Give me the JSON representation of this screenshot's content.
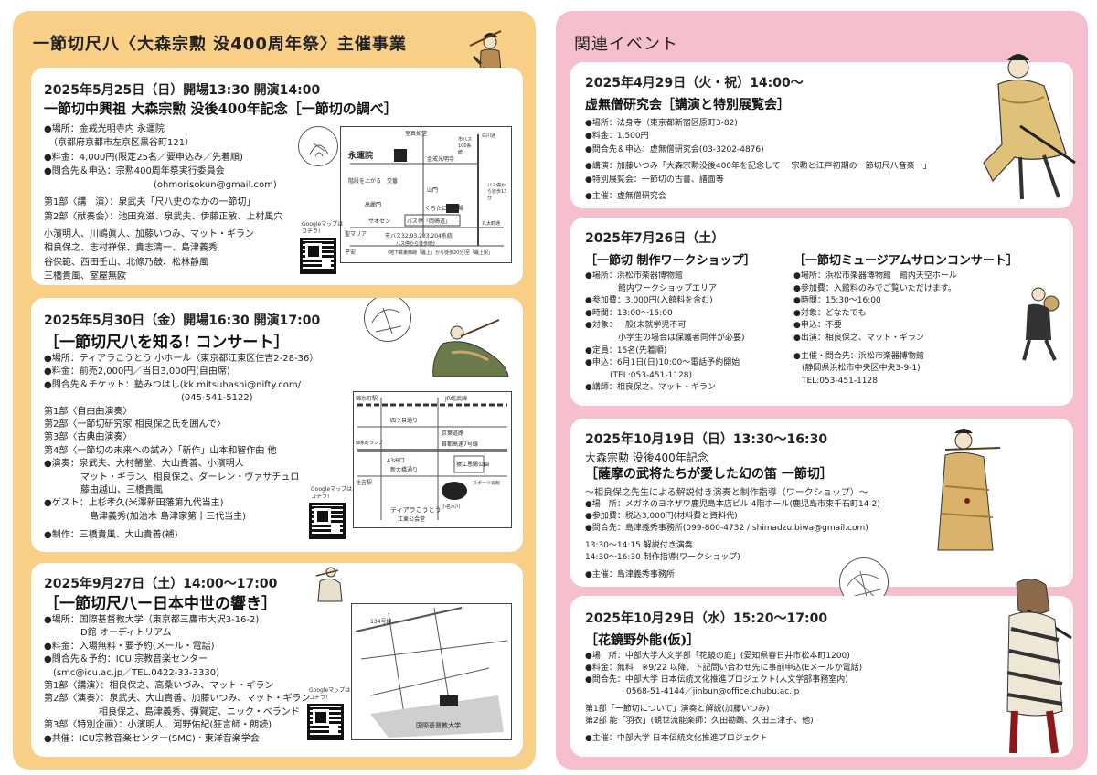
{
  "left": {
    "title": "一節切尺八〈大森宗勲 没400周年祭〉主催事業",
    "events": [
      {
        "date": "2025年5月25日（日）開場13:30 開演14:00",
        "title": "一節切中興祖 大森宗勲 没後400年記念［一節切の調べ］",
        "lines": [
          "●場所：金戒光明寺内 永運院",
          "　（京都府京都市左京区黒谷町121）",
          "●料金：4,000円(限定25名／要申込み／先着順)",
          "●問合先＆申込：宗勲400周年祭実行委員会",
          "　　　　　　　　　　　　(ohmorisokun@gmail.com)",
          "第1部〈講　演〉：泉武夫「尺八史のなかの一節切」",
          "第2部〈献奏会〉：池田充滋、泉武夫、伊藤正敏、上村風穴",
          "小濱明人、川嶋眞人、加藤いつみ、マット・ギラン",
          "相良保之、志村禅保、貴志清一、島津義秀",
          "谷保範、西田壬山、北條乃鼓、松林静風",
          "三橋貴風、室屋無欧"
        ],
        "map_labels": [
          "至真如堂",
          "永運院",
          "金戒光明寺",
          "階段を上がる",
          "交番",
          "山門",
          "高麗門",
          "くろたに駐車場",
          "サオセン",
          "バス停「岡崎道」",
          "聖マリア",
          "平安",
          "市バス32,93,203,204系統",
          "バス停から徒歩8分",
          "（地下鉄東西線「蹴上」から徒歩20分）",
          "至「蹴上駅」",
          "丸太町通",
          "白川通",
          "市バス100系統",
          "バス停から徒歩13分"
        ]
      },
      {
        "date": "2025年5月30日（金）開場16:30 開演17:00",
        "title": "［一節切尺八を知る! コンサート］",
        "lines": [
          "●場所：ティアラこうとう 小ホール（東京都江東区住吉2-28-36）",
          "●料金：前売2,000円／当日3,000円(自由席)",
          "●問合先＆チケット：塾みつはし(kk.mitsuhashi@nifty.com/",
          "　　　　　　　　　　　　　　　(045-541-5122)",
          "第1部〈自由曲演奏〉",
          "第2部〈一節切研究家 相良保之氏を囲んで〉",
          "第3部〈古典曲演奏〉",
          "第4部〈一節切の未来への試み〉「新作」山本和智作曲 他",
          "●演奏：泉武夫、大村罃堂、大山貴善、小濱明人",
          "　　　　マット・ギラン、相良保之、ダーレン・ヴァサチュロ",
          "　　　　藤由越山、三橋貴風",
          "●ゲスト：上杉孝久(米澤新田藩第九代当主)",
          "　　　　　島津義秀(加治木 島津家第十三代当主)",
          "●制作：三橋貴風、大山貴善(補)"
        ],
        "map_labels": [
          "錦糸町駅",
          "JR総武線",
          "四ツ目通り",
          "京葉道路",
          "首都高速7号線",
          "錦糸町ランプ",
          "新大橋通り",
          "A3出口",
          "猿江恩賜公園",
          "住吉駅",
          "ティアラこうとう",
          "江東公会堂",
          "小名木川",
          "スポーツ会館"
        ]
      },
      {
        "date": "2025年9月27日（土）14:00〜17:00",
        "title": "［一節切尺八ー日本中世の響き］",
        "lines": [
          "●場所：国際基督教大学（東京都三鷹市大沢3-16-2)",
          "　　　　D館 オーディトリアム",
          "●料金：入場無料・要予約(メール・電話)",
          "●問合先＆予約：ICU 宗教音楽センター",
          "　(smc@icu.ac.jp／TEL.0422-33-3330)",
          "第1部〈講演〉：相良保之、高桑いづみ、マット・ギラン",
          "第2部〈演奏〉：泉武夫、大山貴善、加藤いつみ、マット・ギラン",
          "　　　　　　相良保之、島津義秀、彈賀定、ニック・ベランド",
          "第3部〈特別企画〉：小濱明人、河野佑紀(狂言師・朗読)",
          "●共催：ICU宗教音楽センター(SMC)・東洋音楽学会"
        ],
        "map_labels": [
          "134号線",
          "国際基督教大学"
        ]
      }
    ],
    "qr_caption": [
      "Googleマップは",
      "コチラ!"
    ]
  },
  "right": {
    "title": "関連イベント",
    "events": [
      {
        "date": "2025年4月29日（火・祝）14:00〜",
        "title": "虚無僧研究会［講演と特別展覧会］",
        "lines": [
          "●場所：法身寺（東京都新宿区原町3-82)",
          "●料金：1,500円",
          "●問合先＆申込：虚無僧研究会(03-3202-4876)",
          "●講演：加藤いつみ「大森宗勲没後400年を記念して ー宗勲と江戸初期の一節切尺八音楽ー」",
          "●特別展覧会：一節切の古書、譜面等",
          "●主催：虚無僧研究会"
        ]
      },
      {
        "date": "2025年7月26日（土）",
        "workshop_title": "［一節切 制作ワークショップ］",
        "workshop_lines": [
          "●場所：浜松市楽器博物館",
          "　　　　館内ワークショップエリア",
          "●参加費：3,000円(入館料を含む)",
          "●時間：13:00〜15:00",
          "●対象：一般(未就学児不可",
          "　　　　小学生の場合は保護者同伴が必要)",
          "●定員：15名(先着順)",
          "●申込：6月1日(日)10:00〜電話予約開始",
          "　　　(TEL:053-451-1128)",
          "●講師：相良保之、マット・ギラン"
        ],
        "concert_title": "［一節切ミュージアムサロンコンサート］",
        "concert_lines": [
          "●場所：浜松市楽器博物館　館内天空ホール",
          "●参加費：入館料のみでご覧いただけます。",
          "●時間：15:30〜16:00",
          "●対象：どなたでも",
          "●申込：不要",
          "●出演：相良保之、マット・ギラン",
          "",
          "●主催・問合先：浜松市楽器博物館",
          "　(静岡県浜松市中央区中央3-9-1)",
          "　TEL:053-451-1128"
        ]
      },
      {
        "date": "2025年10月19日（日）13:30〜16:30",
        "subtitle": "大森宗勲 没後400年記念",
        "title": "［薩摩の武将たちが愛した幻の笛 一節切］",
        "tagline": "〜相良保之先生による解説付き演奏と制作指導（ワークショップ）〜",
        "lines": [
          "●場　所：メガネのヨネザワ鹿児島本店ビル 4階ホール(鹿児島市東千石町14-2)",
          "●参加費：税込3,000円(材料費と資料代)",
          "●問合先：島津義秀事務所(099-800-4732 / shimadzu.biwa@gmail.com)",
          "",
          "13:30〜14:15 解説付き演奏",
          "14:30〜16:30 制作指導(ワークショップ)",
          "",
          "●主催：島津義秀事務所"
        ]
      },
      {
        "date": "2025年10月29日（水）15:20〜17:00",
        "title": "［花鏡野外能(仮)］",
        "lines": [
          "●場　所：中部大学人文学部「花鏡の庭」(愛知県春日井市松本町1200)",
          "●料金：無料　※9/22 以降、下記問い合わせ先に事前申込(Eメールか電話)",
          "●問合先：中部大学 日本伝統文化推進プロジェクト(人文学部事務室内)",
          "　　　　　0568-51-4144／jinbun@office.chubu.ac.jp",
          "",
          "第1部「一節切について」演奏と解説(加藤いつみ)",
          "第2部 能「羽衣」(観世流能楽師：久田勘鷗、久田三津子、他)",
          "",
          "●主催：中部大学 日本伝統文化推進プロジェクト"
        ]
      }
    ]
  },
  "colors": {
    "left_panel": "#f8cf86",
    "right_panel": "#f6bfcd",
    "card": "#ffffff",
    "text": "#222222"
  }
}
